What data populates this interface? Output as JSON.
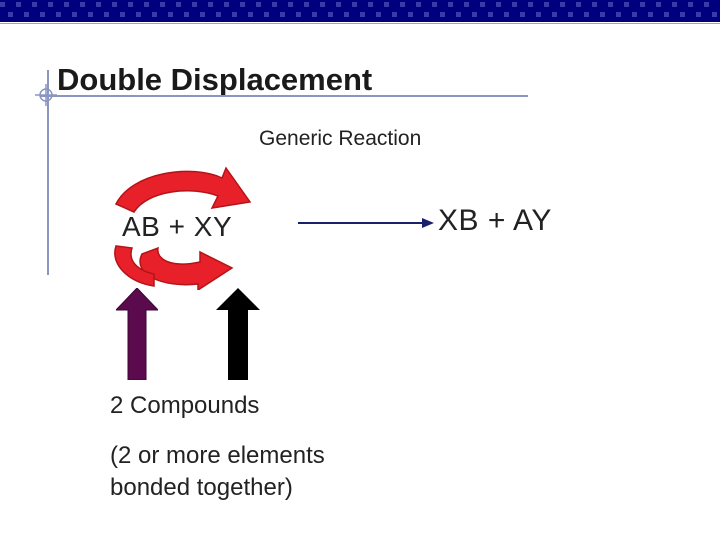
{
  "slide": {
    "title": "Double Displacement",
    "subtitle": "Generic Reaction",
    "reactants": "AB  +  XY",
    "products": "XB  +  AY",
    "compounds_label": "2 Compounds",
    "note_lines": [
      "(2 or more elements",
      "bonded together)"
    ]
  },
  "colors": {
    "top_bar": "#00007f",
    "swap_arrows": "#e8202a",
    "left_up_arrow": "#5c0a4e",
    "right_up_arrow": "#000000",
    "reaction_arrow": "#1a1f6e",
    "rules": "#8a95c0"
  },
  "icons": {
    "swap": "circular-swap-arrows-icon",
    "reaction": "right-arrow-icon",
    "pointer": "up-arrow-icon"
  }
}
